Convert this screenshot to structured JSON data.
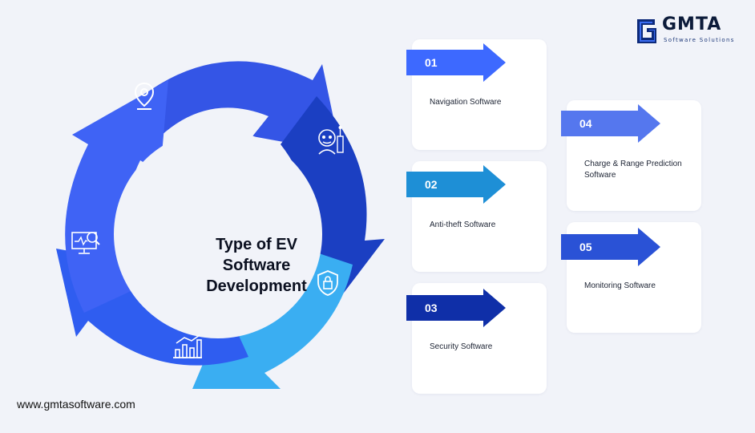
{
  "brand": {
    "name": "GMTA",
    "tagline": "Software Solutions"
  },
  "diagram": {
    "title": "Type of EV Software Development",
    "title_lines": [
      "Type of EV",
      "Software",
      "Development"
    ],
    "segment_icons": [
      "location-pin-icon",
      "robot-icon",
      "shield-lock-icon",
      "chart-icon",
      "monitor-search-icon"
    ]
  },
  "steps": [
    {
      "number": "01",
      "label": "Navigation Software",
      "color": "#3d69ff"
    },
    {
      "number": "02",
      "label": "Anti-theft Software",
      "color": "#1e8fd6"
    },
    {
      "number": "03",
      "label": "Security Software",
      "color": "#0f2fa8"
    },
    {
      "number": "04",
      "label": "Charge & Range Prediction Software",
      "color": "#5577ee"
    },
    {
      "number": "05",
      "label": "Monitoring Software",
      "color": "#2a52d6"
    }
  ],
  "footer": {
    "website": "www.gmtasoftware.com"
  }
}
